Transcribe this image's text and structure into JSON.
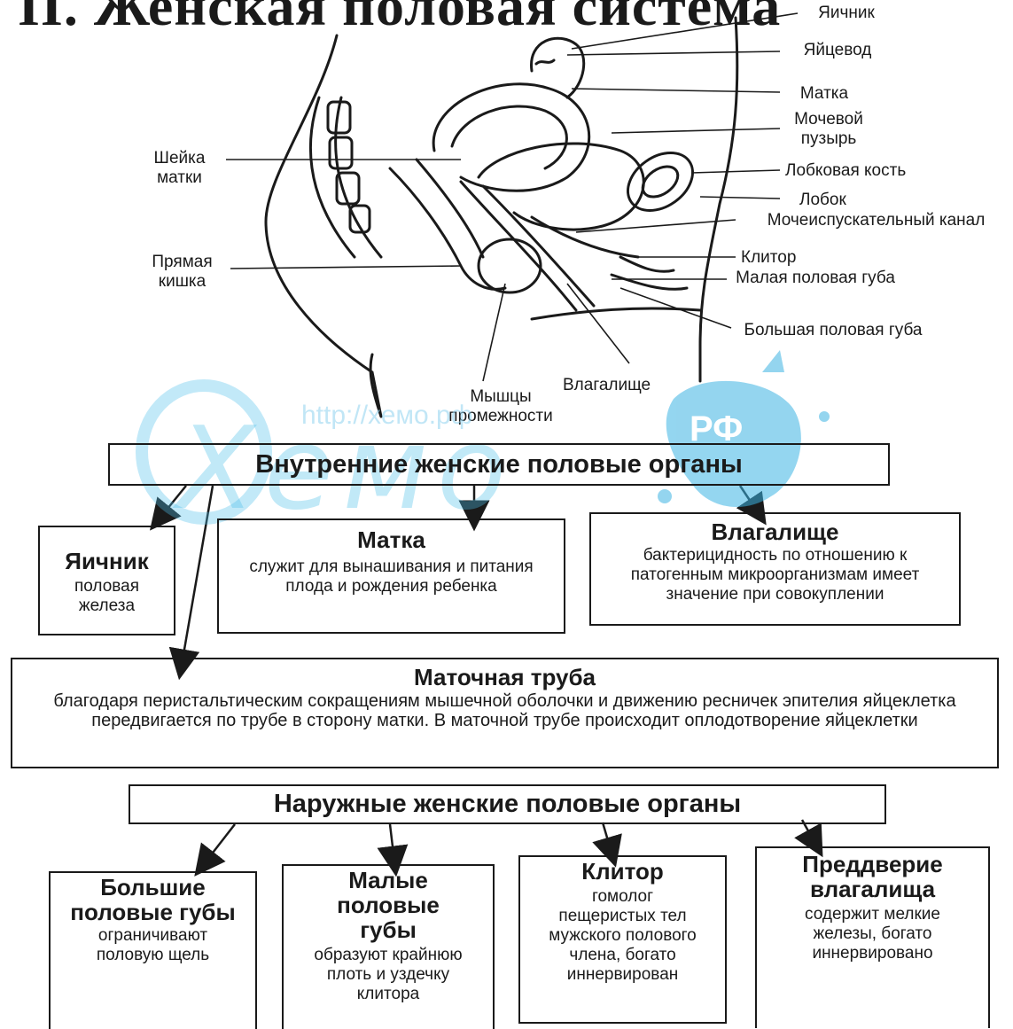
{
  "title": "II. Женская половая система",
  "anatomy_labels": {
    "ovary": "Яичник",
    "oviduct": "Яйцевод",
    "uterus": "Матка",
    "bladder": "Мочевой пузырь",
    "cervix": "Шейка матки",
    "pubic_bone": "Лобковая кость",
    "pubis": "Лобок",
    "urethra": "Мочеиспускательный канал",
    "rectum": "Прямая кишка",
    "clitoris": "Клитор",
    "labia_minora": "Малая половая губа",
    "labia_majora": "Большая половая губа",
    "vagina": "Влагалище",
    "perineum_muscles": "Мышцы промежности"
  },
  "watermark": {
    "url": "http://хемо.рф",
    "text": "Хемо",
    "badge": "РФ"
  },
  "internal": {
    "heading": "Внутренние женские половые органы",
    "ovary": {
      "name": "Яичник",
      "desc": "половая железа"
    },
    "uterus": {
      "name": "Матка",
      "desc": "служит для вынашивания и питания плода и рождения ребенка"
    },
    "vagina": {
      "name": "Влагалище",
      "desc": "бактерицидность по отношению к патогенным микроорганизмам имеет значение при совокуплении"
    },
    "tube": {
      "name": "Маточная труба",
      "desc": "благодаря перистальтическим сокращениям мышечной оболочки и движению ресничек эпителия яйцеклетка передвигается по трубе в сторону матки. В маточной трубе происходит оплодотворение яйцеклетки"
    }
  },
  "external": {
    "heading": "Наружные женские половые органы",
    "labia_majora": {
      "name": "Большие половые губы",
      "desc": "ограничивают половую щель"
    },
    "labia_minora": {
      "name": "Малые половые губы",
      "desc": "образуют крайнюю плоть и уздечку клитора"
    },
    "clitoris": {
      "name": "Клитор",
      "desc": "гомолог пещеристых тел мужского полового члена, богато иннервирован"
    },
    "vestibule": {
      "name": "Преддверие влагалища",
      "desc": "содержит мелкие железы, богато иннервировано"
    }
  }
}
